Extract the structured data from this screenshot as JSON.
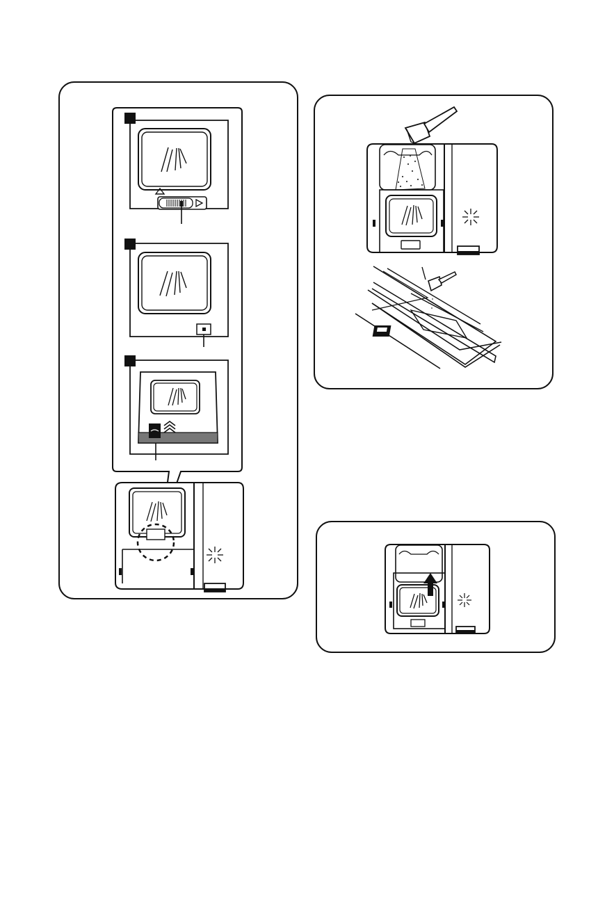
{
  "colors": {
    "ink": "#111111",
    "panel_fill": "#ffffff",
    "band_fill": "#777777",
    "paper": "#ffffff"
  },
  "left_panel": {
    "steps": [
      {
        "marker": "square-step-marker",
        "feature": "dial-indicator"
      },
      {
        "marker": "square-step-marker",
        "feature": "dot-window-indicator"
      },
      {
        "marker": "square-step-marker",
        "feature": "slot-indicator"
      }
    ],
    "icons": [
      "rinse-aid-icon",
      "spark-icon",
      "dashed-circle-highlight"
    ]
  },
  "right_panel_top": {
    "icons": [
      "measuring-scoop-icon",
      "powder-stream-icon",
      "spark-icon"
    ]
  },
  "right_panel_bottom": {
    "icons": [
      "up-arrow-icon",
      "spark-icon"
    ]
  }
}
